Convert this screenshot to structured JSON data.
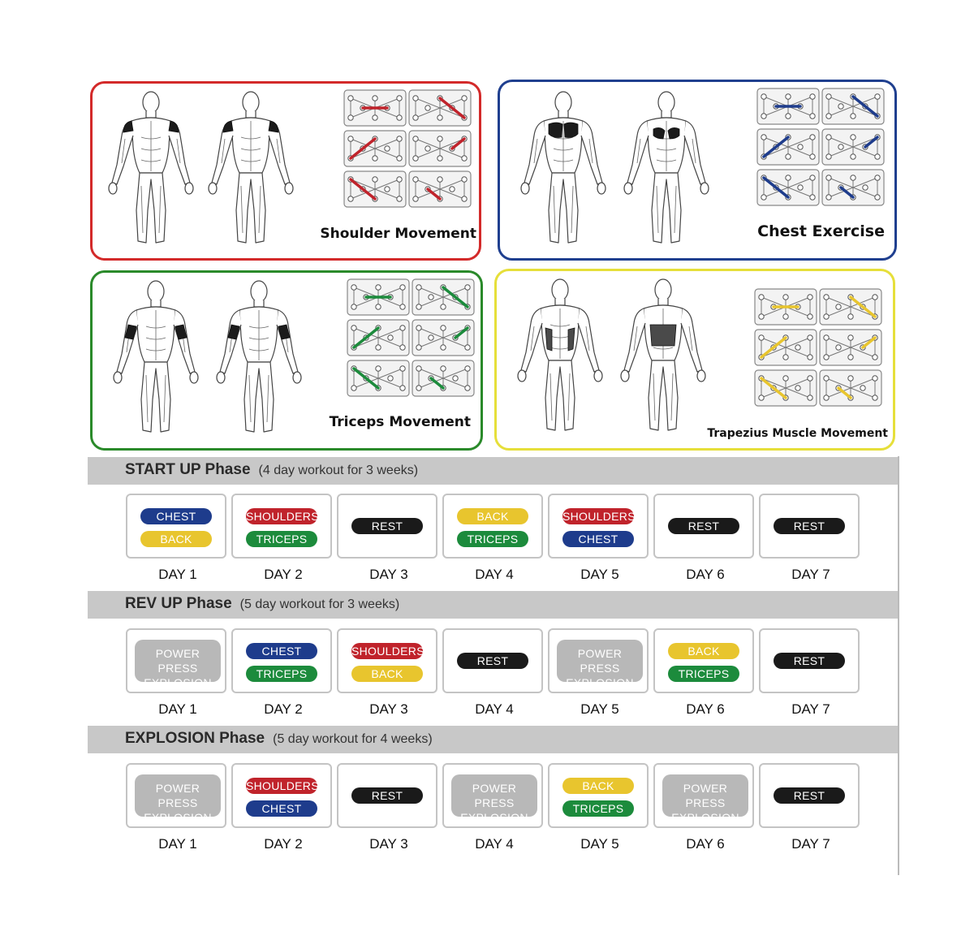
{
  "colors": {
    "shoulders": "#c0232b",
    "chest": "#1e3c8c",
    "back": "#e8c52e",
    "triceps": "#1c8b3c",
    "rest": "#1a1a1a",
    "power": "#b8b8b8",
    "panel_red": "#d32a2a",
    "panel_blue": "#1f3f8f",
    "panel_green": "#2a8a2a",
    "panel_yellow": "#e6df3a"
  },
  "panels": [
    {
      "title": "Shoulder Movement",
      "color": "panel_red",
      "accent": "shoulders",
      "figure_front": "body-front-shoulders-icon",
      "figure_back": "body-back-shoulders-icon"
    },
    {
      "title": "Chest Exercise",
      "color": "panel_blue",
      "accent": "chest",
      "figure_front": "body-front-chest-icon",
      "figure_back": "body-back-chest-icon"
    },
    {
      "title": "Triceps Movement",
      "color": "panel_green",
      "accent": "triceps",
      "figure_front": "body-front-triceps-icon",
      "figure_back": "body-back-triceps-icon"
    },
    {
      "title": "Trapezius Muscle Movement",
      "color": "panel_yellow",
      "accent": "back",
      "figure_front": "body-front-back-icon",
      "figure_back": "body-back-back-icon"
    }
  ],
  "phases": [
    {
      "title": "START UP Phase",
      "note": "(4 day workout for 3 weeks)",
      "days": [
        {
          "label": "DAY 1",
          "items": [
            {
              "text": "CHEST",
              "kind": "chest"
            },
            {
              "text": "BACK",
              "kind": "back"
            }
          ]
        },
        {
          "label": "DAY 2",
          "items": [
            {
              "text": "SHOULDERS",
              "kind": "shoulders"
            },
            {
              "text": "TRICEPS",
              "kind": "triceps"
            }
          ]
        },
        {
          "label": "DAY 3",
          "items": [
            {
              "text": "REST",
              "kind": "rest"
            }
          ]
        },
        {
          "label": "DAY 4",
          "items": [
            {
              "text": "BACK",
              "kind": "back"
            },
            {
              "text": "TRICEPS",
              "kind": "triceps"
            }
          ]
        },
        {
          "label": "DAY 5",
          "items": [
            {
              "text": "SHOULDERS",
              "kind": "shoulders"
            },
            {
              "text": "CHEST",
              "kind": "chest"
            }
          ]
        },
        {
          "label": "DAY 6",
          "items": [
            {
              "text": "REST",
              "kind": "rest"
            }
          ]
        },
        {
          "label": "DAY 7",
          "items": [
            {
              "text": "REST",
              "kind": "rest"
            }
          ]
        }
      ]
    },
    {
      "title": "REV UP Phase",
      "note": "(5 day workout for 3 weeks)",
      "days": [
        {
          "label": "DAY 1",
          "items": [
            {
              "text": "POWER PRESS EXPLOSION",
              "kind": "power",
              "lines": [
                "POWER PRESS",
                "EXPLOSION"
              ]
            }
          ]
        },
        {
          "label": "DAY 2",
          "items": [
            {
              "text": "CHEST",
              "kind": "chest"
            },
            {
              "text": "TRICEPS",
              "kind": "triceps"
            }
          ]
        },
        {
          "label": "DAY 3",
          "items": [
            {
              "text": "SHOULDERS",
              "kind": "shoulders"
            },
            {
              "text": "BACK",
              "kind": "back"
            }
          ]
        },
        {
          "label": "DAY 4",
          "items": [
            {
              "text": "REST",
              "kind": "rest"
            }
          ]
        },
        {
          "label": "DAY 5",
          "items": [
            {
              "text": "POWER PRESS EXPLOSION",
              "kind": "power",
              "lines": [
                "POWER PRESS",
                "EXPLOSION"
              ]
            }
          ]
        },
        {
          "label": "DAY 6",
          "items": [
            {
              "text": "BACK",
              "kind": "back"
            },
            {
              "text": "TRICEPS",
              "kind": "triceps"
            }
          ]
        },
        {
          "label": "DAY 7",
          "items": [
            {
              "text": "REST",
              "kind": "rest"
            }
          ]
        }
      ]
    },
    {
      "title": "EXPLOSION Phase",
      "note": "(5 day workout for 4 weeks)",
      "days": [
        {
          "label": "DAY 1",
          "items": [
            {
              "text": "POWER PRESS EXPLOSION",
              "kind": "power",
              "lines": [
                "POWER PRESS",
                "EXPLOSION"
              ]
            }
          ]
        },
        {
          "label": "DAY 2",
          "items": [
            {
              "text": "SHOULDERS",
              "kind": "shoulders"
            },
            {
              "text": "CHEST",
              "kind": "chest"
            }
          ]
        },
        {
          "label": "DAY 3",
          "items": [
            {
              "text": "REST",
              "kind": "rest"
            }
          ]
        },
        {
          "label": "DAY 4",
          "items": [
            {
              "text": "POWER PRESS EXPLOSION",
              "kind": "power",
              "lines": [
                "POWER PRESS",
                "EXPLOSION"
              ]
            }
          ]
        },
        {
          "label": "DAY 5",
          "items": [
            {
              "text": "BACK",
              "kind": "back"
            },
            {
              "text": "TRICEPS",
              "kind": "triceps"
            }
          ]
        },
        {
          "label": "DAY 6",
          "items": [
            {
              "text": "POWER PRESS EXPLOSION",
              "kind": "power",
              "lines": [
                "POWER PRESS",
                "EXPLOSION"
              ]
            }
          ]
        },
        {
          "label": "DAY 7",
          "items": [
            {
              "text": "REST",
              "kind": "rest"
            }
          ]
        }
      ]
    }
  ]
}
